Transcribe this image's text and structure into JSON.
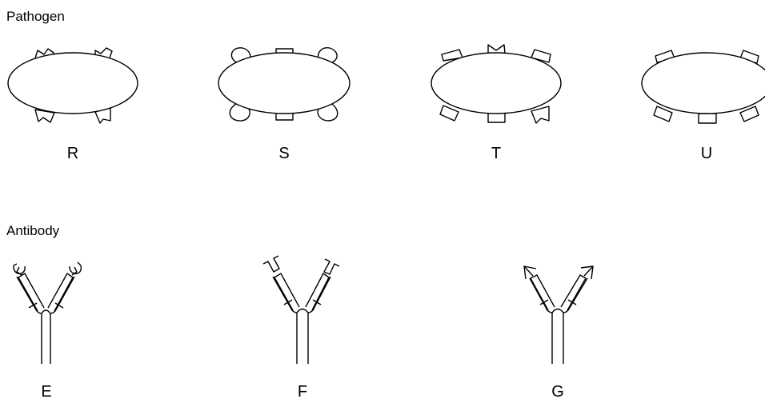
{
  "sections": {
    "pathogen": "Pathogen",
    "antibody": "Antibody"
  },
  "pathogens": [
    {
      "label": "R",
      "receptors": [
        "notch",
        "notch",
        "notch",
        "notch"
      ]
    },
    {
      "label": "S",
      "receptors": [
        "round",
        "square",
        "round",
        "round",
        "square",
        "round"
      ]
    },
    {
      "label": "T",
      "receptors": [
        "square",
        "notch",
        "square",
        "square",
        "square",
        "notch"
      ]
    },
    {
      "label": "U",
      "receptors": [
        "square",
        "square",
        "square",
        "square",
        "square"
      ]
    }
  ],
  "antibodies": [
    {
      "label": "E",
      "tip": "round"
    },
    {
      "label": "F",
      "tip": "square"
    },
    {
      "label": "G",
      "tip": "arrow"
    }
  ]
}
